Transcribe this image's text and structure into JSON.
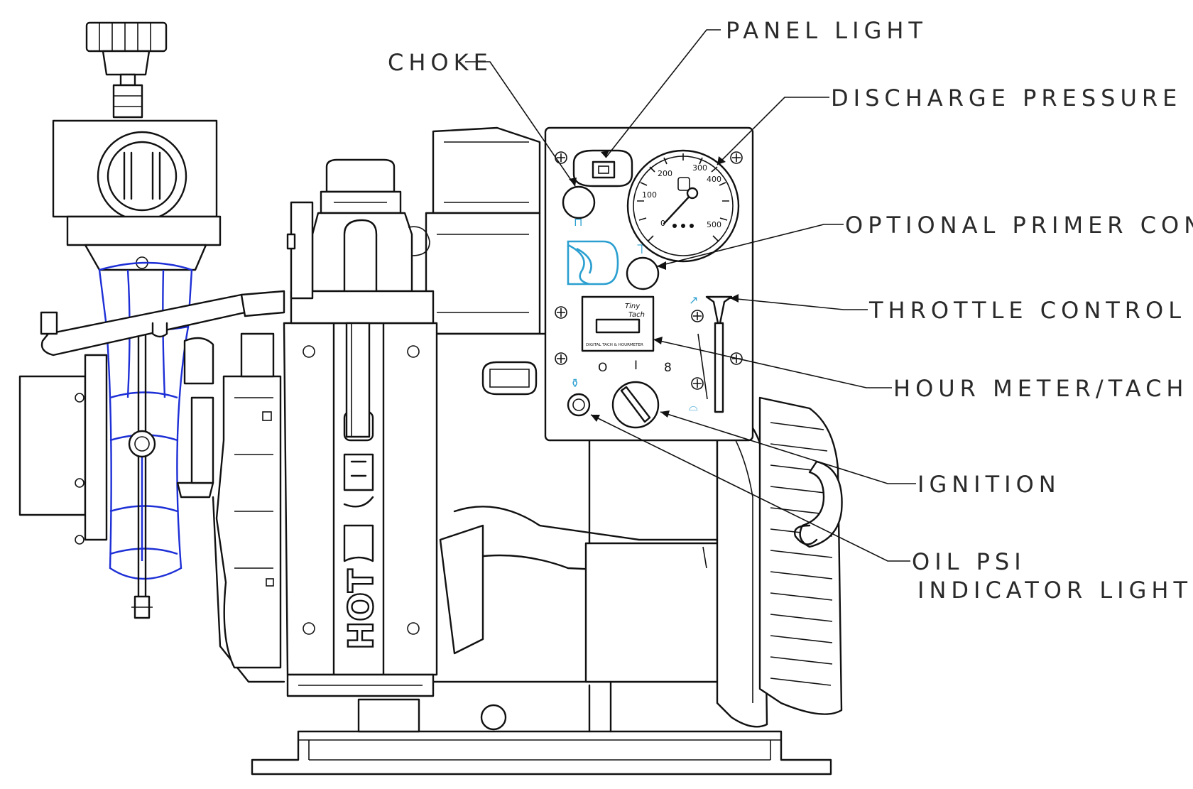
{
  "callouts": {
    "panel_light": "PANEL LIGHT",
    "choke": "CHOKE",
    "discharge_pressure_gage": "DISCHARGE PRESSURE GAGE",
    "optional_primer_control": "OPTIONAL PRIMER CONTROL",
    "throttle_control": "THROTTLE CONTROL",
    "hour_meter_tach": "HOUR METER/TACH",
    "ignition": "IGNITION",
    "oil_psi_line1": "OIL PSI",
    "oil_psi_line2": "INDICATOR LIGHT"
  },
  "panel": {
    "gauge_ticks": [
      "100",
      "200",
      "300",
      "400",
      "500"
    ],
    "gauge_zero": "0",
    "tach_line1": "Tiny",
    "tach_line2": "Tach",
    "tach_caption": "DIGITAL TACH & HOURMETER",
    "ignition_positions": [
      "O",
      "I",
      "8"
    ]
  },
  "pump_housing_text": "HOT",
  "colors": {
    "line": "#111111",
    "blue_outline": "#1d2fd6",
    "cyan_icon": "#2a9fd0"
  }
}
